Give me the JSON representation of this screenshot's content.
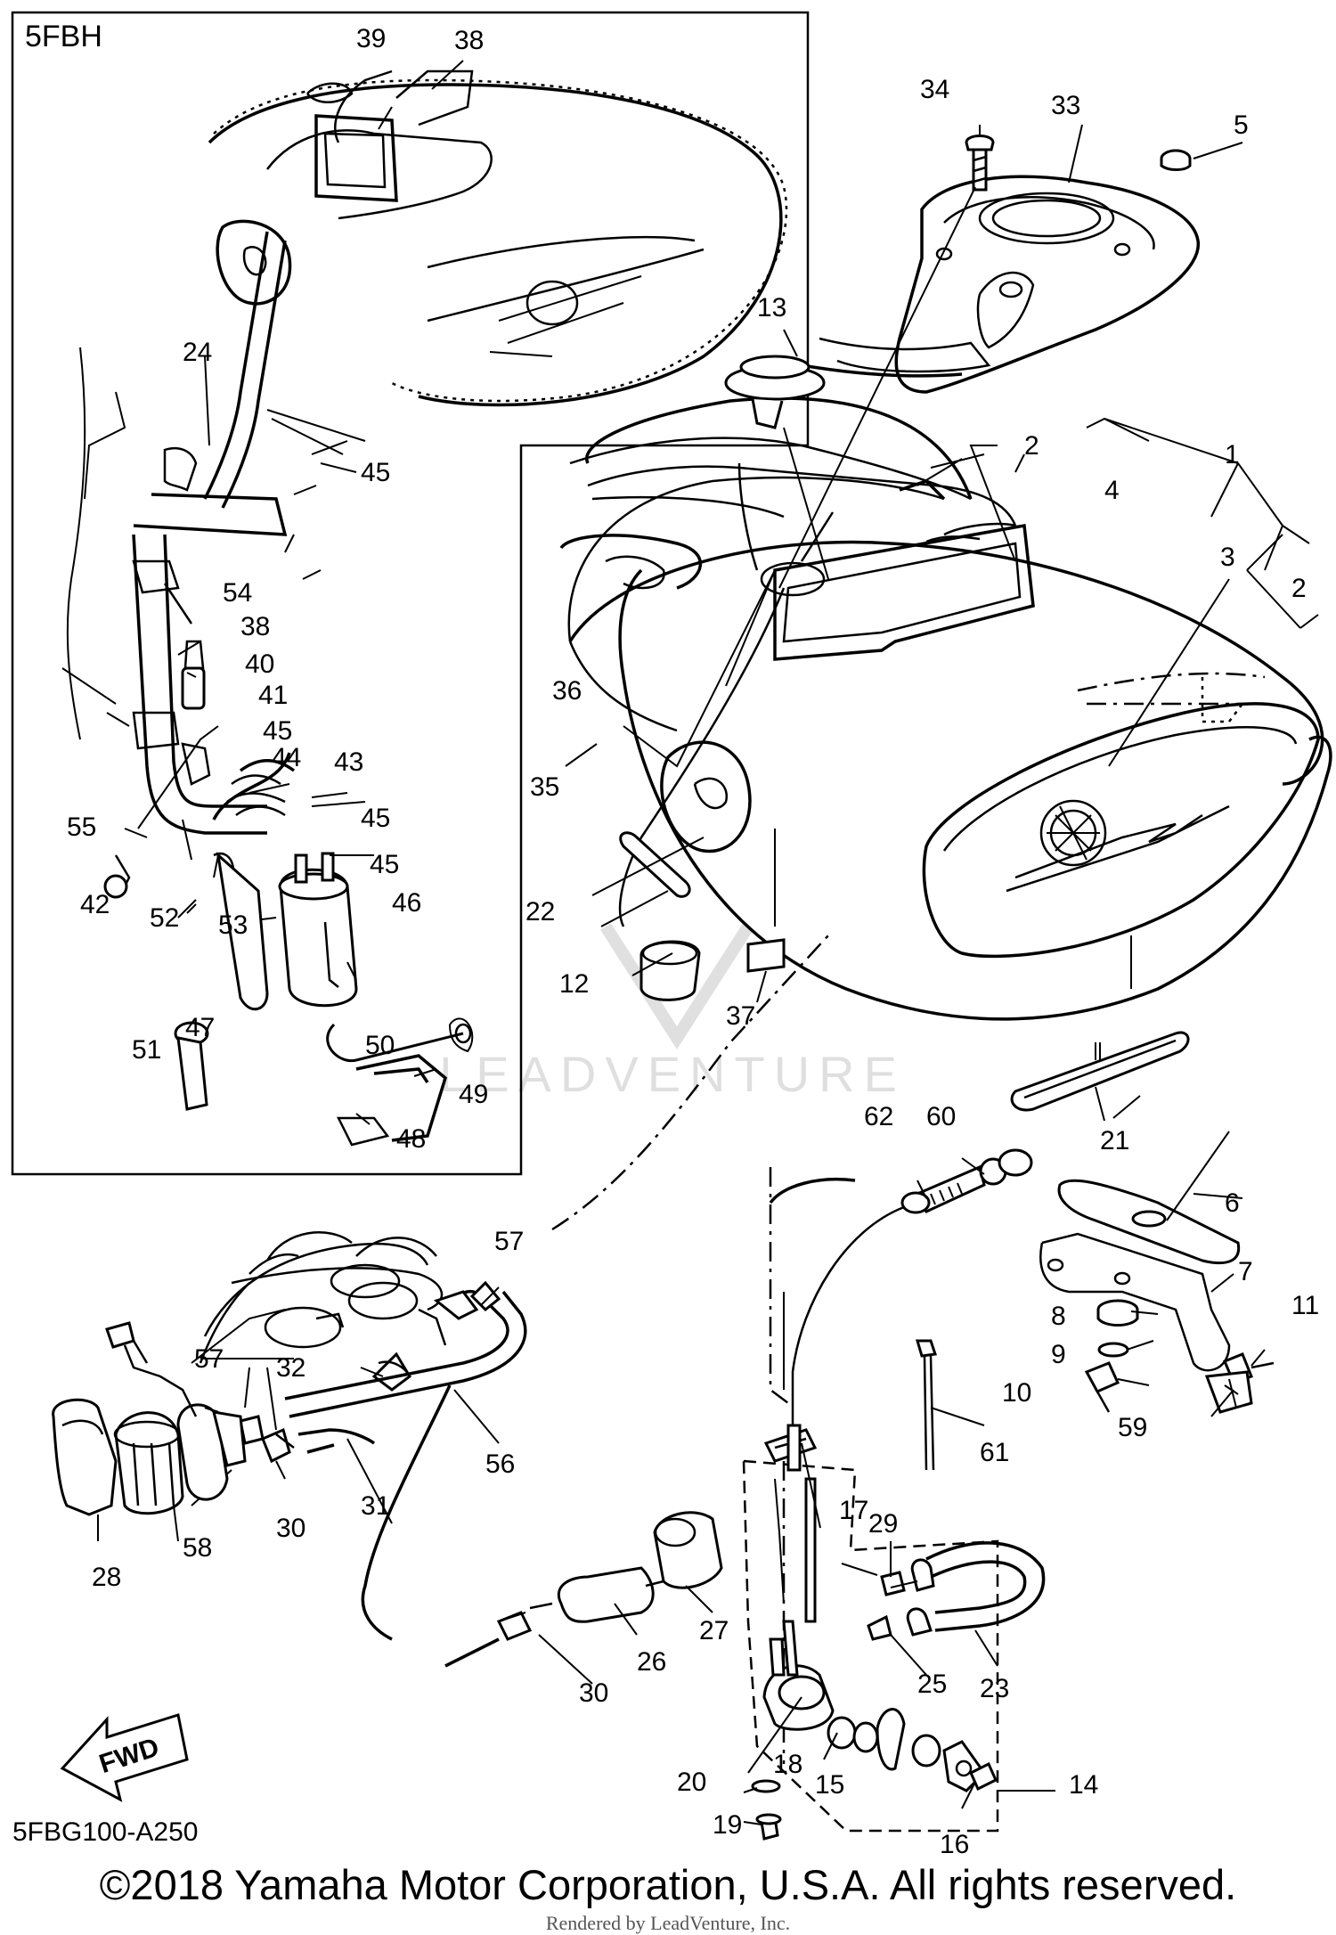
{
  "inset_label": "5FBH",
  "diagram_code": "5FBG100-A250",
  "fwd_label": "FWD",
  "watermark": "LEADVENTURE",
  "copyright": "©2018 Yamaha Motor Corporation, U.S.A. All rights reserved.",
  "rendered_by": "Rendered by LeadVenture, Inc.",
  "callouts": {
    "c1": "1",
    "c2a": "2",
    "c2b": "2",
    "c3": "3",
    "c4": "4",
    "c5": "5",
    "c6": "6",
    "c7": "7",
    "c8": "8",
    "c9": "9",
    "c10": "10",
    "c11": "11",
    "c12": "12",
    "c13": "13",
    "c14": "14",
    "c15": "15",
    "c16": "16",
    "c17": "17",
    "c18": "18",
    "c19": "19",
    "c20": "20",
    "c21": "21",
    "c22": "22",
    "c23": "23",
    "c24": "24",
    "c25": "25",
    "c26": "26",
    "c27": "27",
    "c28": "28",
    "c29": "29",
    "c30a": "30",
    "c30b": "30",
    "c31": "31",
    "c32": "32",
    "c33": "33",
    "c34": "34",
    "c35": "35",
    "c36": "36",
    "c37": "37",
    "c38a": "38",
    "c38b": "38",
    "c39": "39",
    "c40": "40",
    "c41": "41",
    "c42": "42",
    "c43": "43",
    "c44": "44",
    "c45a": "45",
    "c45b": "45",
    "c45c": "45",
    "c45d": "45",
    "c46": "46",
    "c47": "47",
    "c48": "48",
    "c49": "49",
    "c50": "50",
    "c51": "51",
    "c52": "52",
    "c53": "53",
    "c54": "54",
    "c55": "55",
    "c56": "56",
    "c57a": "57",
    "c57b": "57",
    "c58": "58",
    "c59": "59",
    "c60": "60",
    "c61": "61",
    "c62": "62"
  }
}
